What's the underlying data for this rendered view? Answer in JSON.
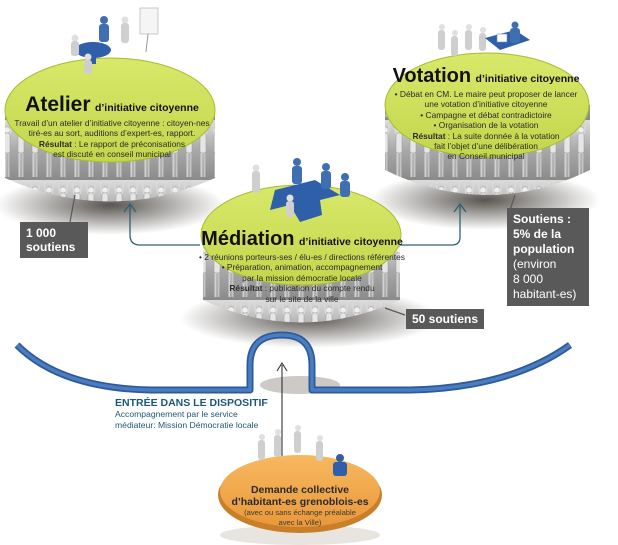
{
  "colors": {
    "disc_green": "#cfe05a",
    "disc_green_dark": "#a8bc2e",
    "disc_orange": "#f2a74a",
    "pipe_blue": "#3f6fb0",
    "arrow_blue": "#2e6177",
    "callout_bg": "#595959",
    "entree_text": "#1b5878"
  },
  "atelier": {
    "title": "Atelier",
    "subtitle": "d’initiative citoyenne",
    "lines": [
      "Travail d’un atelier d’initiative citoyenne : citoyen-nes",
      "tiré-es au sort, auditions d’expert-es, rapport."
    ],
    "result_label": "Résultat",
    "result_lines": [
      " : Le rapport de préconisations",
      "est discuté en conseil municipal"
    ],
    "callout": [
      "1 000",
      "soutiens"
    ]
  },
  "votation": {
    "title": "Votation",
    "subtitle": "d’initiative citoyenne",
    "lines": [
      "• Débat en CM. Le maire peut proposer de lancer",
      "une votation d’initiative citoyenne",
      "• Campagne et débat contradictoire",
      "• Organisation de la votation"
    ],
    "result_label": "Résultat",
    "result_lines": [
      " : La suite donnée à la votation",
      "fait l’objet d’une délibération",
      "en Conseil municipal"
    ],
    "callout_bold": [
      "Soutiens :",
      "5% de la",
      "population"
    ],
    "callout_normal": [
      "(environ",
      "8 000",
      "habitant-es)"
    ]
  },
  "mediation": {
    "title": "Médiation",
    "subtitle": "d’initiative citoyenne",
    "lines": [
      "• 2 réunions porteurs-ses / élu-es / directions référentes",
      "• Préparation, animation, accompagnement",
      "par la mission démocratie locale"
    ],
    "result_label": "Résultat",
    "result_lines": [
      " : publication du compte rendu",
      "sur le site de la ville"
    ],
    "callout": "50 soutiens"
  },
  "entree": {
    "title": "ENTRÉE DANS LE DISPOSITIF",
    "lines": [
      "Accompagnement par le service",
      "médiateur: Mission Démocratie locale"
    ]
  },
  "demande": {
    "title_lines": [
      "Demande collective",
      "d’habitant-es grenoblois-es"
    ],
    "note_lines": [
      "(avec ou sans échange préalable",
      "avec la Ville)"
    ]
  }
}
